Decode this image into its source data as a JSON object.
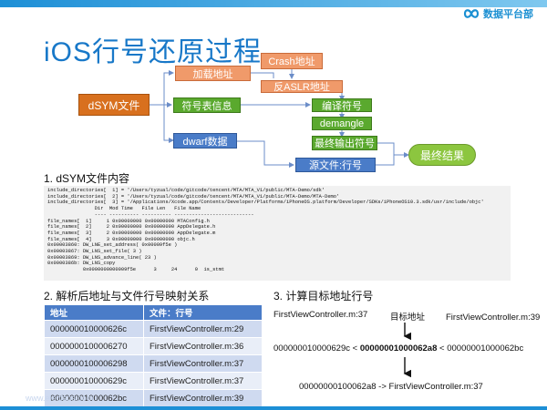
{
  "title": "iOS行号还原过程",
  "logo_text": "数据平台部",
  "diagram": {
    "dsym": "dSYM文件",
    "load_addr": "加载地址",
    "crash_addr": "Crash地址",
    "anti_aslr": "反ASLR地址",
    "symtab": "符号表信息",
    "compile_symbol": "编译符号",
    "demangle": "demangle",
    "final_symbol": "最终输出符号",
    "dwarf": "dwarf数据",
    "source_line": "源文件:行号",
    "final_result": "最终结果"
  },
  "section1": "1. dSYM文件内容",
  "code_lines": [
    "include_directories[  1] = '/Users/tyzual/code/gitcode/tencent/MTA/MTA_V1/public/MTA-Demo/sdk'",
    "include_directories[  2] = '/Users/tyzual/code/gitcode/tencent/MTA/MTA_V1/public/MTA-Demo/MTA-Demo'",
    "include_directories[  3] = '/Applications/Xcode.app/Contents/Developer/Platforms/iPhoneOS.platform/Developer/SDKs/iPhoneOS10.3.sdk/usr/include/objc'",
    "                Dir  Mod Time   File Len   File Name",
    "                ---- ---------- ---------- ---------------------------",
    "file_names[  1]     1 0x00000000 0x00000000 MTAConfig.h",
    "file_names[  2]     2 0x00000000 0x00000000 AppDelegate.h",
    "file_names[  3]     2 0x00000000 0x00000000 AppDelegate.m",
    "file_names[  4]     3 0x00000000 0x00000000 objc.h",
    "0x00003860: DW_LNE_set_address( 0x00009f5e )",
    "0x00003867: DW_LNS_set_file( 3 )",
    "0x00003869: DW_LNS_advance_line( 23 )",
    "0x0000386b: DW_LNS_copy",
    "            0x0000000000009f5e      3     24      0  is_stmt"
  ],
  "section2": "2. 解析后地址与文件行号映射关系",
  "table": {
    "headers": [
      "地址",
      "文件：行号"
    ],
    "rows": [
      [
        "000000010000626c",
        "FirstViewController.m:29"
      ],
      [
        "0000000100006270",
        "FirstViewController.m:36"
      ],
      [
        "0000000100006298",
        "FirstViewController.m:37"
      ],
      [
        "000000010000629c",
        "FirstViewController.m:37"
      ],
      [
        "00000001000062bc",
        "FirstViewController.m:39"
      ]
    ]
  },
  "section3": "3. 计算目标地址行号",
  "calc": {
    "left_label": "FirstViewController.m:37",
    "target_label": "目标地址",
    "right_label": "FirstViewController.m:39",
    "expr_left": "000000010000629c <",
    "expr_target": "00000001000062a8",
    "expr_right": "< 00000001000062bc",
    "result": "00000000100062a8  ->  FirstViewController.m:37"
  },
  "watermark": "www.elecfans.com"
}
